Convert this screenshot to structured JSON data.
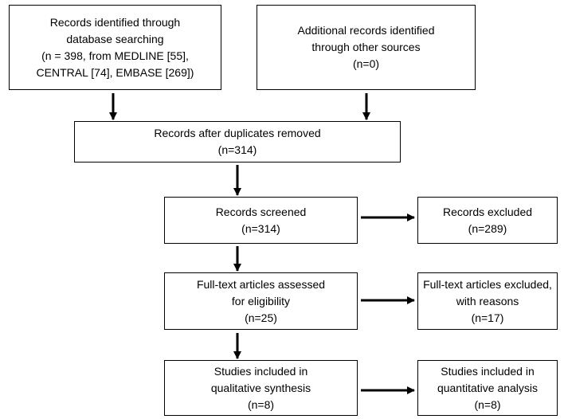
{
  "boxes": {
    "db_search": [
      "Records identified through",
      "database searching",
      "(n = 398, from MEDLINE [55],",
      "CENTRAL [74], EMBASE [269])"
    ],
    "other_sources": [
      "Additional records identified",
      "through other sources",
      "(n=0)"
    ],
    "after_duplicates": [
      "Records after duplicates removed",
      "(n=314)"
    ],
    "screened": [
      "Records screened",
      "(n=314)"
    ],
    "excluded": [
      "Records excluded",
      "(n=289)"
    ],
    "fulltext_assessed": [
      "Full-text articles assessed",
      "for eligibility",
      "(n=25)"
    ],
    "fulltext_excluded": [
      "Full-text articles excluded,",
      "with reasons",
      "(n=17)"
    ],
    "qualitative": [
      "Studies included in",
      "qualitative synthesis",
      "(n=8)"
    ],
    "quantitative": [
      "Studies included in",
      "quantitative analysis",
      "(n=8)"
    ]
  }
}
